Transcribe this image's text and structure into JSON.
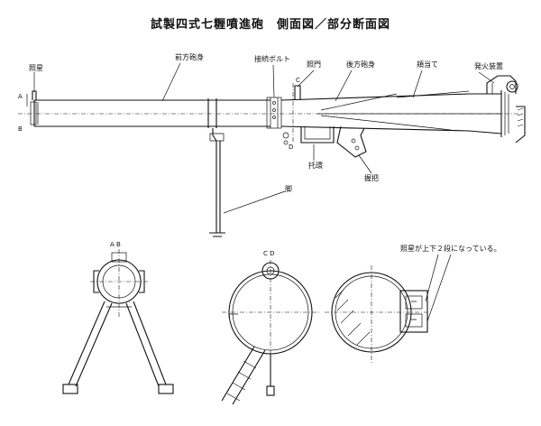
{
  "title": "試製四式七糎噴進砲　側面図／部分断面図",
  "labels": {
    "front_sight": "照星",
    "front_barrel": "前方砲身",
    "connecting_bolt": "接続ボルト",
    "breech": "照門",
    "rear_barrel": "後方砲身",
    "shoulder_rest": "頬当て",
    "firing_device": "発火装置",
    "section_mark_a": "A",
    "section_mark_b": "B",
    "section_mark_c": "C",
    "section_mark_d": "D",
    "carry_handle": "托環",
    "grip": "握把",
    "bipod": "脚",
    "section_ab": "A B",
    "section_cd": "C D",
    "sight_note": "照星が上下２段になっている。"
  }
}
